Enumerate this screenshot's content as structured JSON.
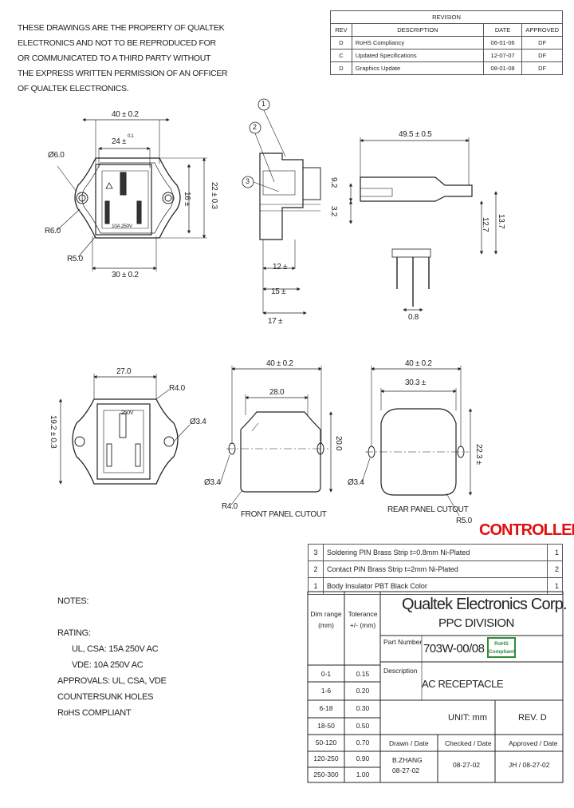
{
  "notice": {
    "lines": [
      "THESE DRAWINGS ARE THE PROPERTY OF QUALTEK",
      "ELECTRONICS AND NOT TO BE REPRODUCED FOR",
      "OR COMMUNICATED TO A THIRD PARTY WITHOUT",
      "THE EXPRESS WRITTEN PERMISSION OF AN OFFICER",
      "OF QUALTEK ELECTRONICS."
    ]
  },
  "revision": {
    "title": "REVISION",
    "headers": [
      "REV",
      "DESCRIPTION",
      "DATE",
      "APPROVED"
    ],
    "rows": [
      [
        "D",
        "RoHS Compliancy",
        "06-01-06",
        "DF"
      ],
      [
        "C",
        "Updated Specifications",
        "12-07-07",
        "DF"
      ],
      [
        "D",
        "Graphics Update",
        "08-01-08",
        "DF"
      ]
    ]
  },
  "dims": {
    "front_40": "40 ± 0.2",
    "front_24": "24 ±",
    "front_24_tol": "0.1",
    "d6": "Ø6.0",
    "r6": "R6.0",
    "r5": "R5.0",
    "front_30": "30 ± 0.2",
    "h_22": "22 ± 0.3",
    "h_16": "16 ±",
    "rating_mark": "10A 250V",
    "side_12": "12 ±",
    "side_15": "15 ±",
    "side_17": "17 ±",
    "callout_1": "1",
    "callout_2": "2",
    "callout_3": "3",
    "right_495": "49.5 ± 0.5",
    "right_32": "3.2",
    "right_92": "9.2",
    "right_127": "12.7",
    "right_137": "13.7",
    "right_08": "0.8",
    "back_27": "27.0",
    "back_r4": "R4.0",
    "back_d34": "Ø3.4",
    "back_192": "19.2 ± 0.3",
    "back_mark": "250V",
    "fpc_40": "40 ± 0.2",
    "fpc_28": "28.0",
    "fpc_20": "20.0",
    "fpc_d34": "Ø3.4",
    "fpc_r4": "R4.0",
    "fpc_label": "FRONT PANEL CUTOUT",
    "rpc_40": "40 ± 0.2",
    "rpc_303": "30.3 ±",
    "rpc_223": "22.3 ±",
    "rpc_d34": "Ø3.4",
    "rpc_r5": "R5.0",
    "rpc_label": "REAR PANEL CUTOUT"
  },
  "controlled": "CONTROLLED",
  "bom": [
    [
      "3",
      "Soldering PIN Brass Strip t=0.8mm Ni-Plated",
      "1"
    ],
    [
      "2",
      "Contact PIN Brass Strip t=2mm Ni-Plated",
      "2"
    ],
    [
      "1",
      "Body Insulator PBT Black Color",
      "1"
    ]
  ],
  "notes": {
    "title": "NOTES:",
    "lines": [
      "RATING:",
      "UL, CSA:  15A 250V AC",
      "VDE:  10A 250V AC",
      "APPROVALS:  UL, CSA, VDE",
      "COUNTERSUNK HOLES",
      "RoHS COMPLIANT"
    ]
  },
  "tolerance": {
    "head": [
      "Dim range (mm)",
      "Tolerance +/- (mm)"
    ],
    "rows": [
      [
        "0-1",
        "0.15"
      ],
      [
        "1-6",
        "0.20"
      ],
      [
        "6-18",
        "0.30"
      ],
      [
        "18-50",
        "0.50"
      ],
      [
        "50-120",
        "0.70"
      ],
      [
        "120-250",
        "0.90"
      ],
      [
        "250-300",
        "1.00"
      ]
    ]
  },
  "titleblock": {
    "company": "Qualtek Electronics Corp.",
    "division": "PPC DIVISION",
    "part_label": "Part Number",
    "part_number": "703W-00/08",
    "rohs_badge": "RoHS Compliant",
    "desc_label": "Description",
    "description": "AC RECEPTACLE",
    "unit": "UNIT: mm",
    "rev": "REV. D",
    "drawn_label": "Drawn / Date",
    "checked_label": "Checked / Date",
    "approved_label": "Approved / Date",
    "drawn": "B.ZHANG",
    "drawn_date": "08-27-02",
    "checked": "08-27-02",
    "approved": "JH / 08-27-02"
  }
}
